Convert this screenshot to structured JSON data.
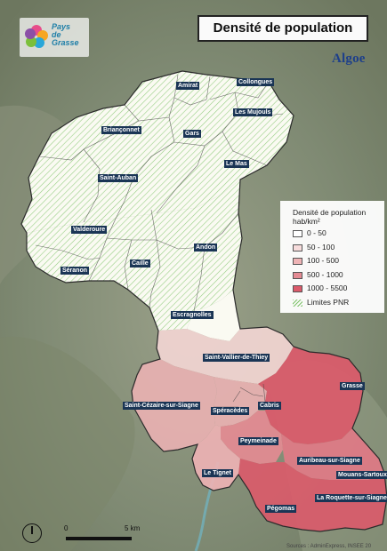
{
  "title": "Densité de population",
  "brand": "Algoe",
  "logo": {
    "line1": "Pays",
    "line2": "de",
    "line3": "Grasse",
    "colors": [
      "#e84d8a",
      "#f6a623",
      "#2aa7d8",
      "#7bbf3a",
      "#8b4fa6"
    ]
  },
  "legend": {
    "title": "Densité de population",
    "unit": "hab/km²",
    "classes": [
      {
        "label": "0 - 50",
        "color": "#ffffff"
      },
      {
        "label": "50 - 100",
        "color": "#f7dcdc"
      },
      {
        "label": "100 - 500",
        "color": "#eeb3b5"
      },
      {
        "label": "500 - 1000",
        "color": "#e48b93"
      },
      {
        "label": "1000 - 5500",
        "color": "#db5a6a"
      }
    ],
    "pnr_label": "Limites PNR",
    "pnr_color": "#7ec46a"
  },
  "communes": [
    {
      "name": "Amirat",
      "class": 0
    },
    {
      "name": "Collongues",
      "class": 0
    },
    {
      "name": "Les Mujouls",
      "class": 0
    },
    {
      "name": "Briançonnet",
      "class": 0
    },
    {
      "name": "Gars",
      "class": 0
    },
    {
      "name": "Le Mas",
      "class": 0
    },
    {
      "name": "Saint-Auban",
      "class": 0
    },
    {
      "name": "Valderoure",
      "class": 0
    },
    {
      "name": "Andon",
      "class": 0
    },
    {
      "name": "Séranon",
      "class": 0
    },
    {
      "name": "Caille",
      "class": 0
    },
    {
      "name": "Escragnolles",
      "class": 0
    },
    {
      "name": "Saint-Vallier-de-Thiey",
      "class": 1
    },
    {
      "name": "Saint-Cézaire-sur-Siagne",
      "class": 2
    },
    {
      "name": "Spéracèdes",
      "class": 2
    },
    {
      "name": "Cabris",
      "class": 2
    },
    {
      "name": "Grasse",
      "class": 4
    },
    {
      "name": "Peymeinade",
      "class": 3
    },
    {
      "name": "Le Tignet",
      "class": 2
    },
    {
      "name": "Auribeau-sur-Siagne",
      "class": 3
    },
    {
      "name": "Mouans-Sartoux",
      "class": 4
    },
    {
      "name": "La Roquette-sur-Siagne",
      "class": 4
    },
    {
      "name": "Pégomas",
      "class": 4
    }
  ],
  "scale": {
    "start": "0",
    "end": "5 km"
  },
  "source": "Sources : AdminExpress, INSEE 20"
}
